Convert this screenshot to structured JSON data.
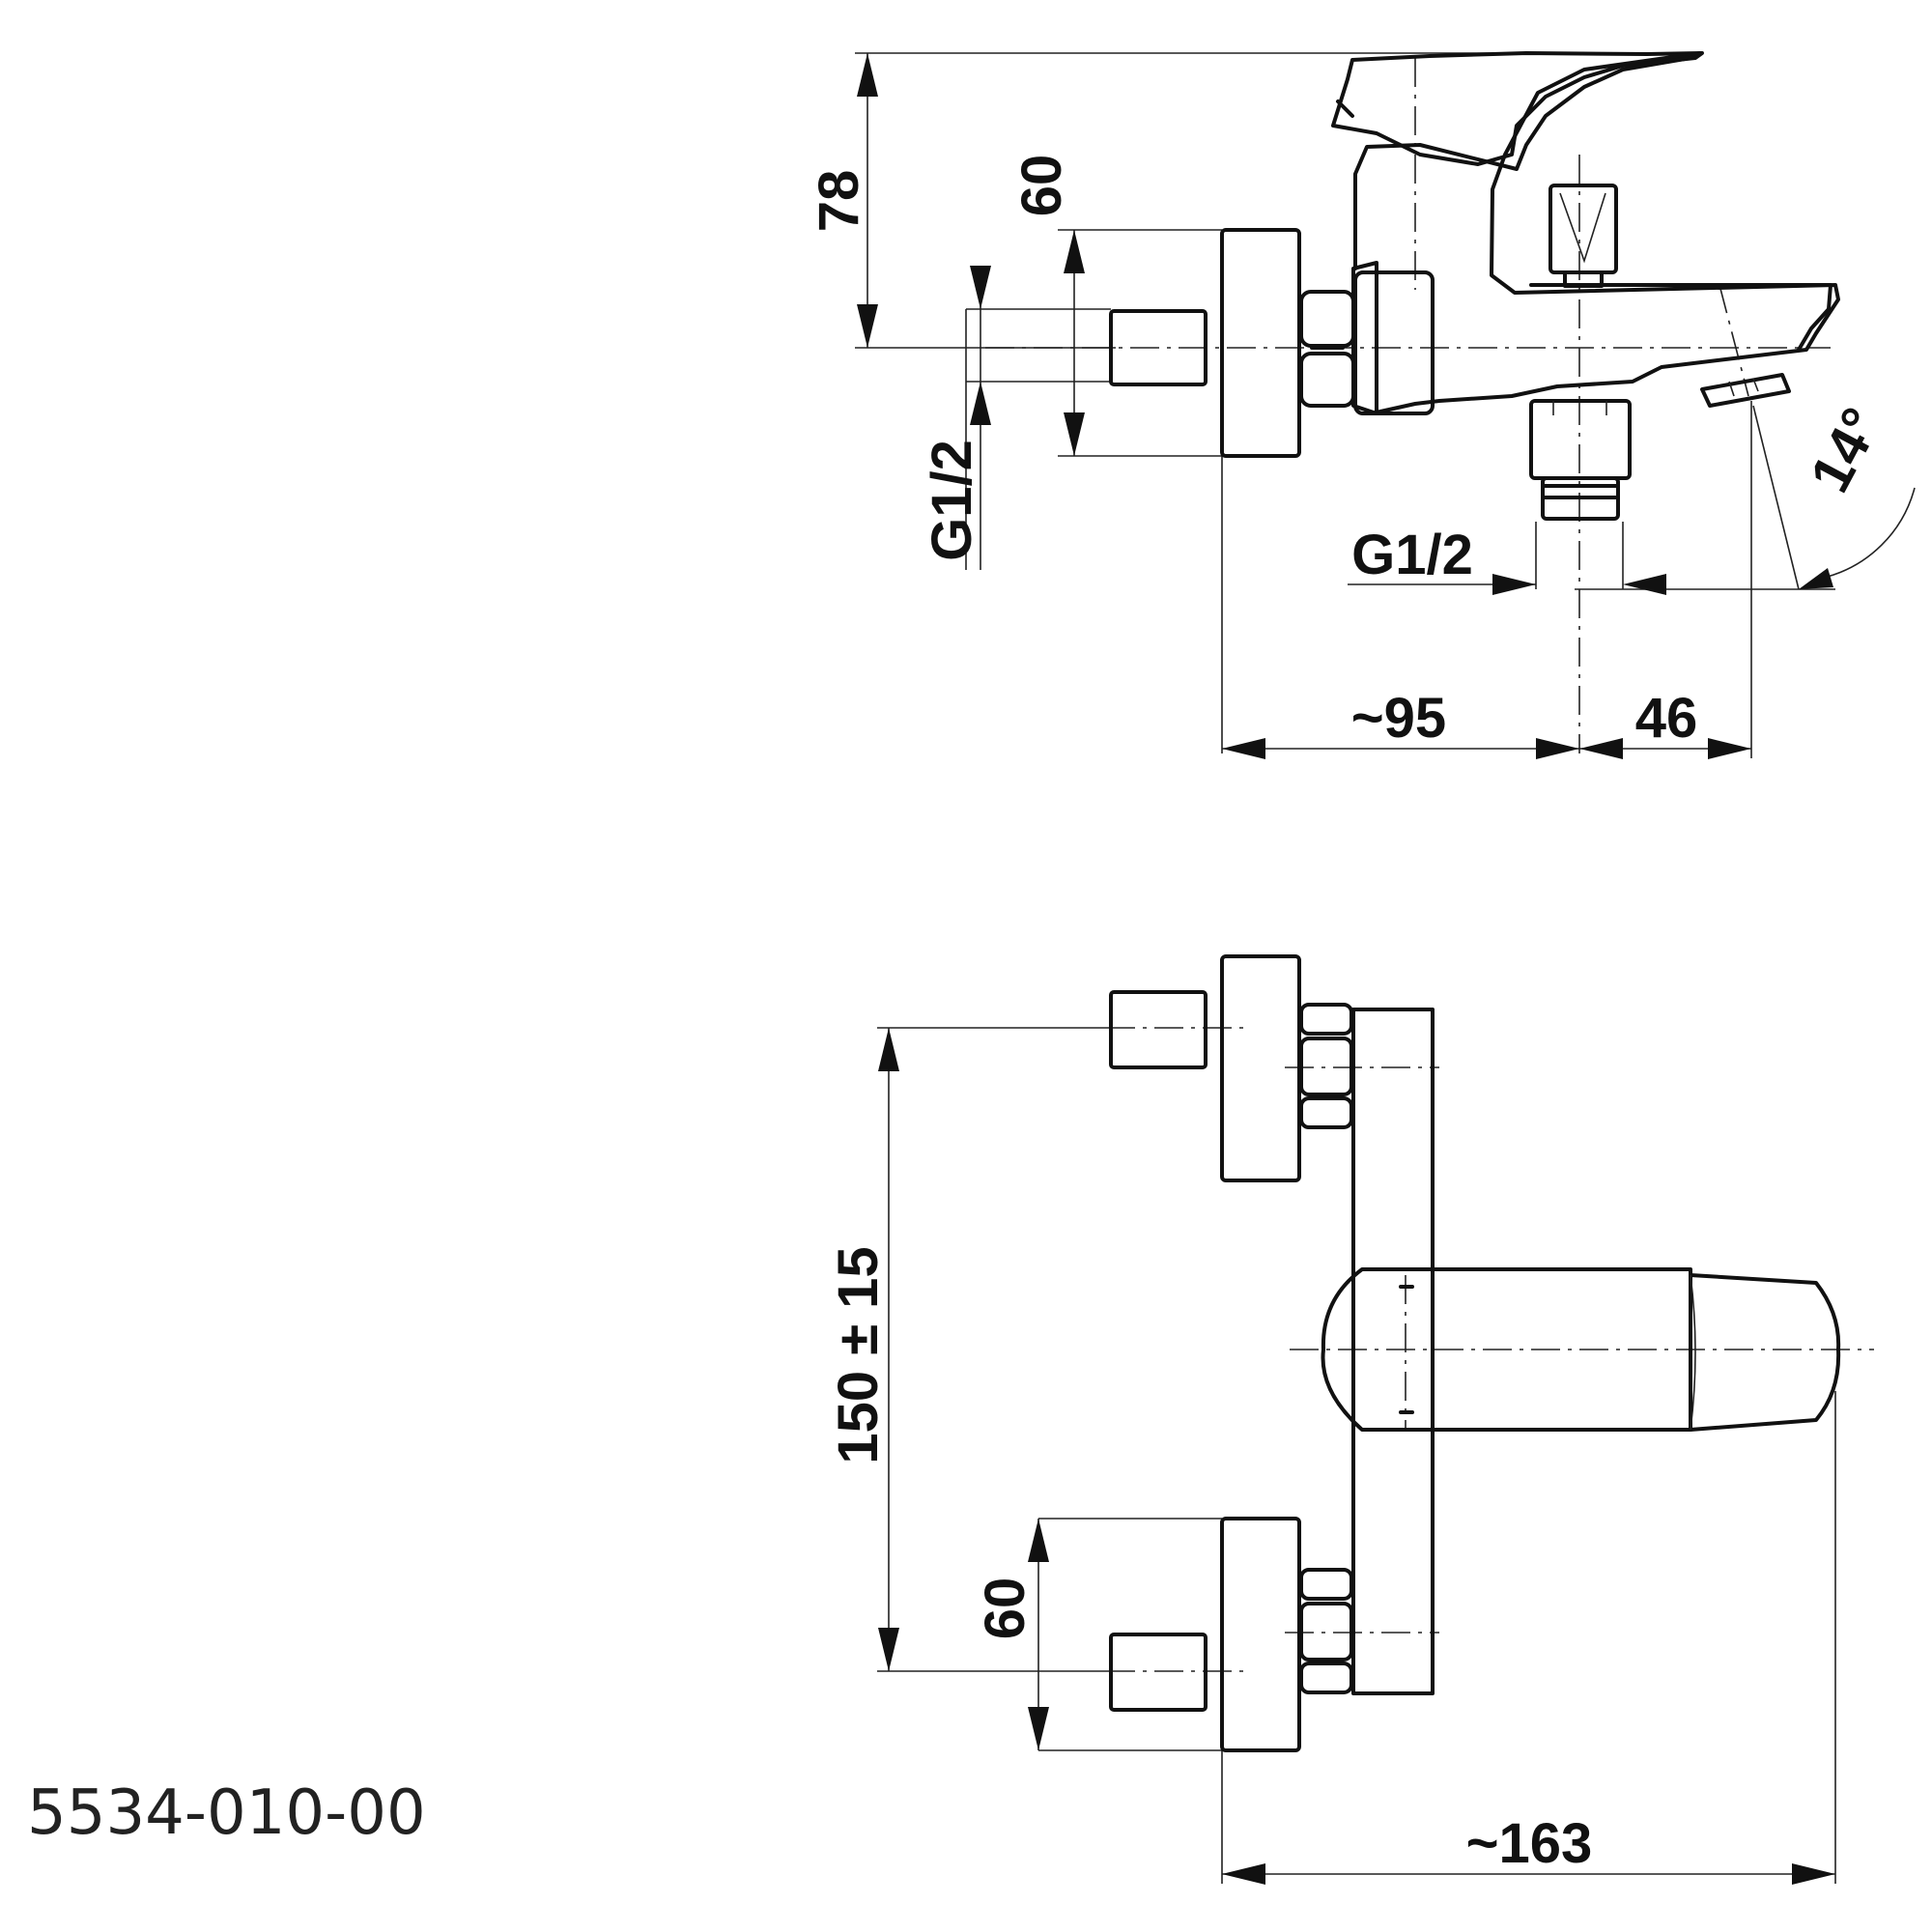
{
  "product_code": "5534-010-00",
  "side_view": {
    "dim_total_height": "78",
    "dim_connector_height": "60",
    "dim_inlet_thread": "G1/2",
    "dim_outlet_thread": "G1/2",
    "dim_depth_to_outlet": "~95",
    "dim_outlet_to_spout": "46",
    "dim_spout_angle": "14°"
  },
  "front_view": {
    "dim_inlet_spacing": "150 ± 15",
    "dim_connector_height": "60",
    "dim_total_width": "~163"
  }
}
